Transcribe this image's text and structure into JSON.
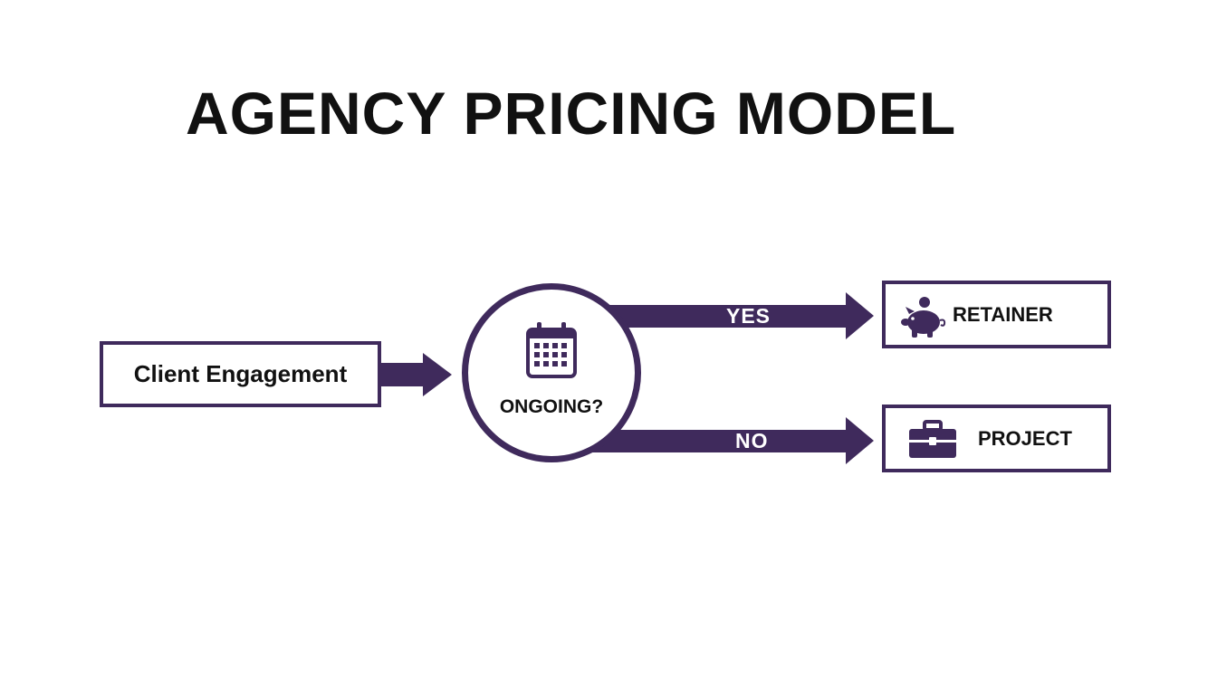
{
  "title": "AGENCY PRICING MODEL",
  "colors": {
    "accent": "#3f2a5c",
    "text": "#111111",
    "background": "#ffffff"
  },
  "start": {
    "label": "Client Engagement"
  },
  "decision": {
    "question": "ONGOING?",
    "icon": "calendar-icon"
  },
  "branches": {
    "yes": {
      "label": "YES",
      "result": "RETAINER",
      "icon": "piggy-bank-icon"
    },
    "no": {
      "label": "NO",
      "result": "PROJECT",
      "icon": "briefcase-icon"
    }
  }
}
